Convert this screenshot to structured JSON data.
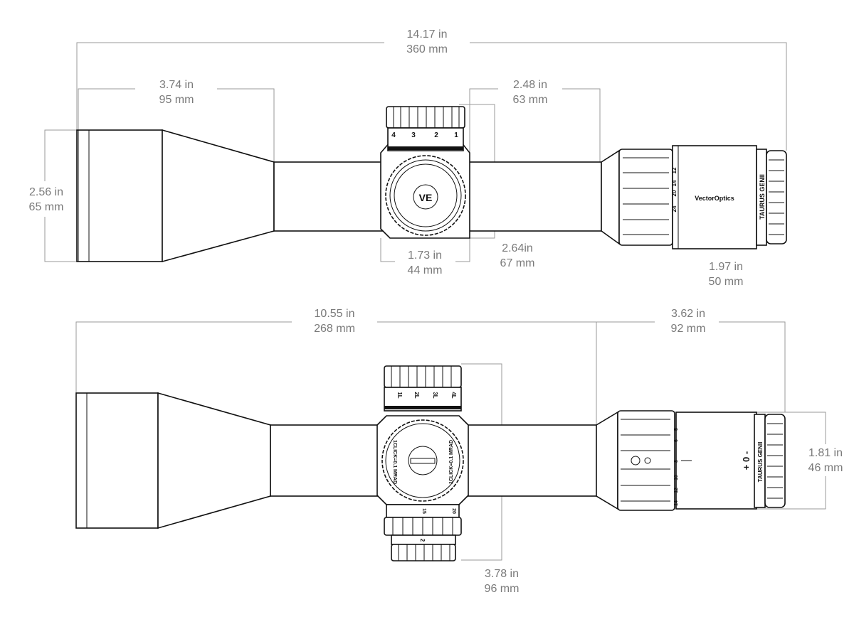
{
  "top_view": {
    "overall_length": {
      "in": "14.17 in",
      "mm": "360 mm"
    },
    "objective_length": {
      "in": "3.74 in",
      "mm": "95 mm"
    },
    "eyepiece_length": {
      "in": "2.48 in",
      "mm": "63 mm"
    },
    "objective_diameter": {
      "in": "2.56 in",
      "mm": "65 mm"
    },
    "saddle_width": {
      "in": "1.73 in",
      "mm": "44 mm"
    },
    "turret_height": {
      "in": "2.64in",
      "mm": "67 mm"
    },
    "eyepiece_diameter": {
      "in": "1.97 in",
      "mm": "50 mm"
    },
    "turret_numbers": [
      "4",
      "3",
      "2",
      "1"
    ],
    "power_numbers": [
      "12",
      "14",
      "20",
      "24"
    ],
    "brand": "VectorOptics",
    "model": "TAURUS GENII",
    "logo": "VE"
  },
  "bottom_view": {
    "objective_to_eyepiece": {
      "in": "10.55 in",
      "mm": "268 mm"
    },
    "eyepiece_length": {
      "in": "3.62 in",
      "mm": "92 mm"
    },
    "eyepiece_diameter": {
      "in": "1.81 in",
      "mm": "46 mm"
    },
    "turret_span": {
      "in": "3.78 in",
      "mm": "96 mm"
    },
    "turret_numbers": [
      "1L",
      "2L",
      "3L",
      "4L"
    ],
    "windage_left": "1CLICK=0.1 MRAD",
    "windage_right": "1CLICK=0.1 MRAD",
    "parallax_numbers": [
      "15",
      "20"
    ],
    "illum_number": "2",
    "power_numbers": [
      "5",
      "6",
      "8",
      "10",
      "12",
      "14"
    ],
    "diopter": "+ 0 -",
    "model": "TAURUS GENII"
  }
}
